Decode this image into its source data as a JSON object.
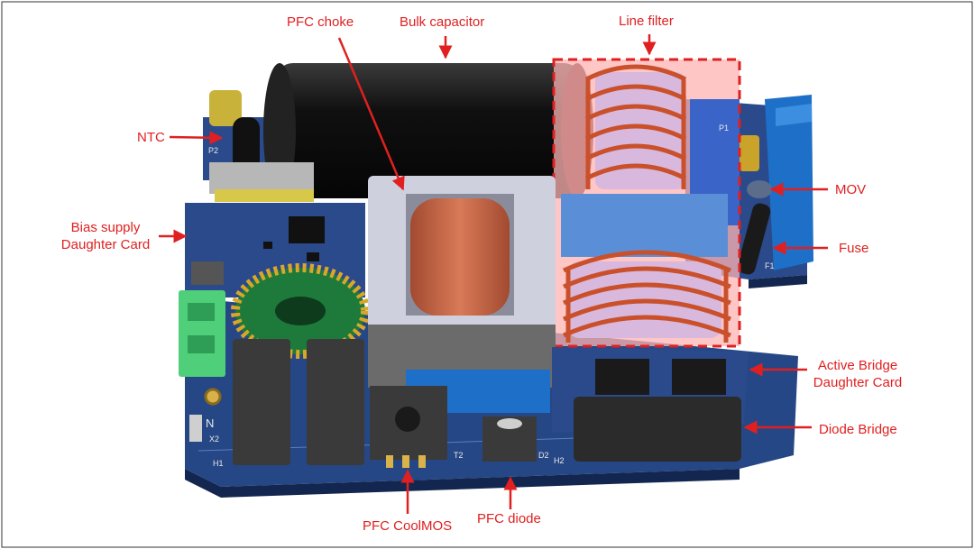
{
  "labels": {
    "pfc_choke": "PFC choke",
    "bulk_capacitor": "Bulk capacitor",
    "line_filter": "Line filter",
    "ntc": "NTC",
    "bias_supply_line1": "Bias supply",
    "bias_supply_line2": "Daughter Card",
    "mov": "MOV",
    "fuse": "Fuse",
    "active_bridge_line1": "Active Bridge",
    "active_bridge_line2": "Daughter Card",
    "diode_bridge": "Diode Bridge",
    "pfc_coolmos": "PFC CoolMOS",
    "pfc_diode": "PFC diode"
  },
  "silkscreen": {
    "p2": "P2",
    "p1": "P1",
    "f1": "F1",
    "x2": "X2",
    "h1": "H1",
    "h2": "H2",
    "t2": "T2",
    "d2": "D2",
    "n": "N"
  },
  "colors": {
    "label_red": "#e02020",
    "board_blue": "#1f3a78",
    "copper": "#c9502a",
    "filter_highlight": "#ffb3b3",
    "capacitor": "#161616",
    "daughter_card_blue": "#2a4a8c"
  }
}
